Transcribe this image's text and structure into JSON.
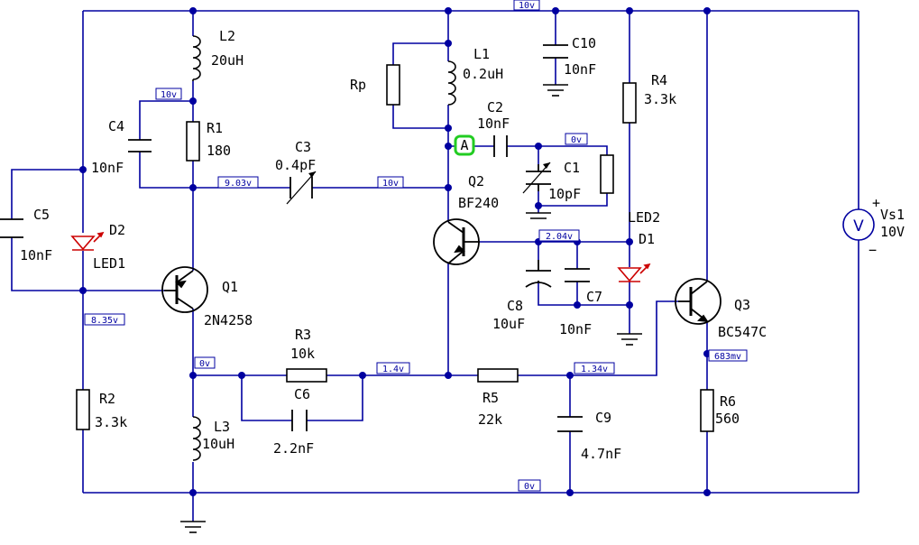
{
  "components": {
    "L2": {
      "ref": "L2",
      "value": "20uH"
    },
    "R1": {
      "ref": "R1",
      "value": "180"
    },
    "C4": {
      "ref": "C4",
      "value": "10nF"
    },
    "C5": {
      "ref": "C5",
      "value": "10nF"
    },
    "D2": {
      "ref": "D2",
      "model": "LED1"
    },
    "Q1": {
      "ref": "Q1",
      "model": "2N4258"
    },
    "R2": {
      "ref": "R2",
      "value": "3.3k"
    },
    "L3": {
      "ref": "L3",
      "value": "10uH"
    },
    "R3": {
      "ref": "R3",
      "value": "10k"
    },
    "C6": {
      "ref": "C6",
      "value": "2.2nF"
    },
    "C3": {
      "ref": "C3",
      "value": "0.4pF"
    },
    "Rp": {
      "ref": "Rp"
    },
    "L1": {
      "ref": "L1",
      "value": "0.2uH"
    },
    "C2": {
      "ref": "C2",
      "value": "10nF"
    },
    "C1": {
      "ref": "C1",
      "value": "10pF"
    },
    "Q2": {
      "ref": "Q2",
      "model": "BF240"
    },
    "C10": {
      "ref": "C10",
      "value": "10nF"
    },
    "C8": {
      "ref": "C8",
      "value": "10uF"
    },
    "C7": {
      "ref": "C7",
      "value": "10nF"
    },
    "R4": {
      "ref": "R4",
      "value": "3.3k"
    },
    "D1": {
      "ref": "D1",
      "model": "LED2"
    },
    "R5": {
      "ref": "R5",
      "value": "22k"
    },
    "C9": {
      "ref": "C9",
      "value": "4.7nF"
    },
    "Q3": {
      "ref": "Q3",
      "model": "BC547C"
    },
    "R6": {
      "ref": "R6",
      "value": "560"
    },
    "Vs1": {
      "ref": "Vs1",
      "value": "10V",
      "plus": "+",
      "minus": "−",
      "meter": "V"
    }
  },
  "probe": {
    "label": "A"
  },
  "voltage_tags": {
    "top_rail": "10v",
    "c4_node": "10v",
    "r1_bottom": "9.03v",
    "c3_right": "10v",
    "c1_right": "0v",
    "q2_base": "2.04v",
    "q1_base": "8.35v",
    "q1_collector": "0v",
    "r3_right": "1.4v",
    "r5_right": "1.34v",
    "q3_emitter": "683mv",
    "ground_rail": "0v"
  },
  "colors": {
    "wire": "#0000a0",
    "part": "#000000",
    "led": "#cc0000",
    "tag": "#0000a0",
    "probe": "#22cc22"
  }
}
